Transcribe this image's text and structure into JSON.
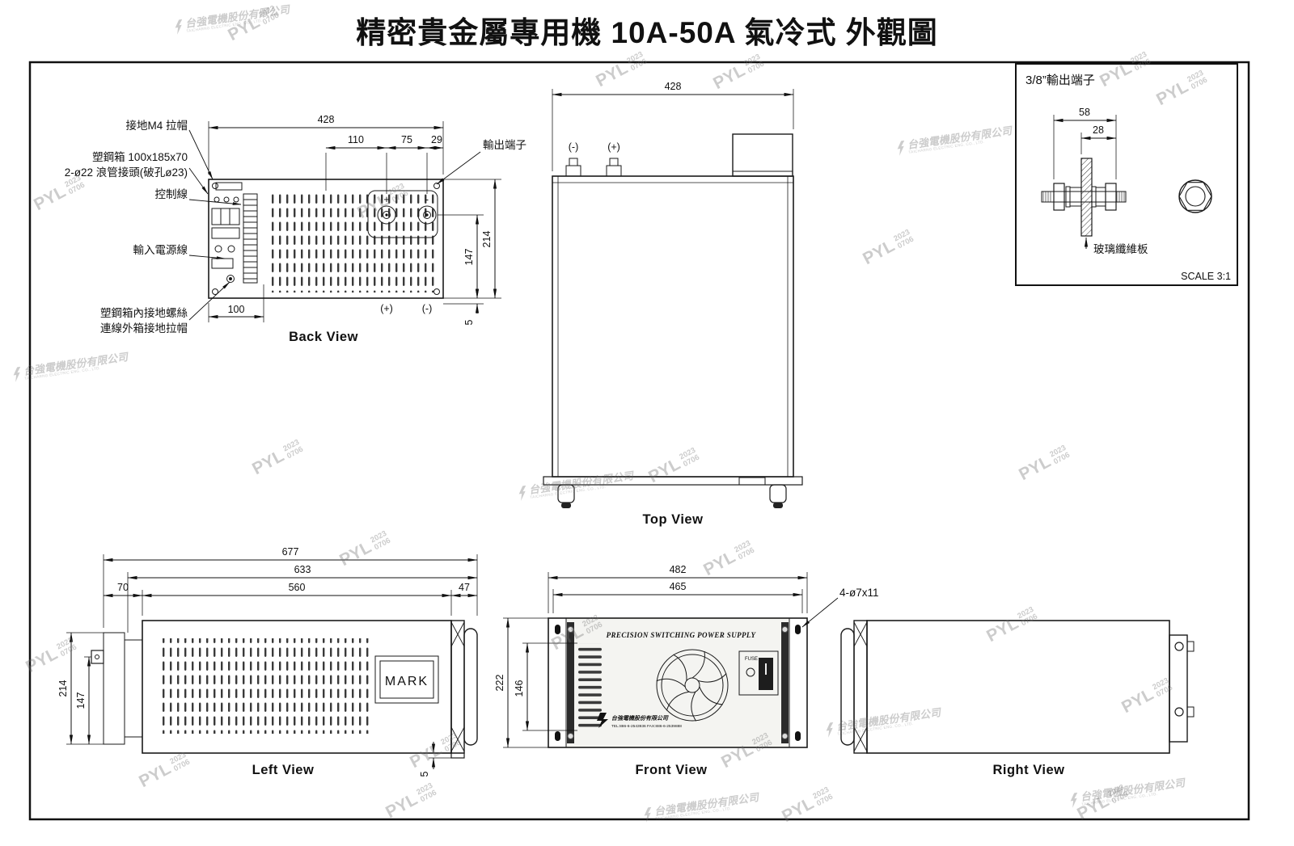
{
  "title": "精密貴金屬專用機 10A-50A 氣冷式 外觀圖",
  "watermark": {
    "pyl": "PYL",
    "year": "2023",
    "code": "0706",
    "company_zh": "台強電機股份有限公司",
    "company_en": "TAICHARNG ELECTRIC ENG. CO., LTD."
  },
  "back_view": {
    "label": "Back View",
    "dim_428": "428",
    "dim_110": "110",
    "dim_75": "75",
    "dim_29": "29",
    "dim_214": "214",
    "dim_147": "147",
    "dim_5": "5",
    "dim_100": "100",
    "callout_ground_cap": "接地M4 拉帽",
    "callout_box": "塑鋼箱 100x185x70",
    "callout_conduit": "2-ø22 浪管接頭(破孔ø23)",
    "callout_control_wire": "控制線",
    "callout_input_power": "輸入電源線",
    "callout_ground_screw_1": "塑鋼箱內接地螺絲",
    "callout_ground_screw_2": "連線外箱接地拉帽",
    "callout_output_terminal": "輸出端子",
    "plus_label": "(+)",
    "minus_label": "(-)",
    "plus_sign": "+",
    "minus_sign": "-"
  },
  "top_view": {
    "label": "Top View",
    "dim_428": "428",
    "minus_label": "(-)",
    "plus_label": "(+)"
  },
  "detail_view": {
    "title": "3/8”輸出端子",
    "dim_58": "58",
    "dim_28": "28",
    "callout_fiberglass": "玻璃纖維板",
    "scale_label": "SCALE 3:1"
  },
  "left_view": {
    "label": "Left View",
    "dim_677": "677",
    "dim_633": "633",
    "dim_560": "560",
    "dim_70": "70",
    "dim_47": "47",
    "dim_214": "214",
    "dim_147": "147",
    "dim_5": "5",
    "mark_label": "MARK"
  },
  "front_view": {
    "label": "Front View",
    "dim_482": "482",
    "dim_465": "465",
    "dim_222": "222",
    "dim_146": "146",
    "callout_holes": "4-ø7x11",
    "panel_title": "PRECISION SWITCHING POWER SUPPLY",
    "fuse_label": "FUSE",
    "brand_text": "台強電機股份有限公司",
    "contact_text": "TEL:886-6-2543936 FAX:886-6-2539888"
  },
  "right_view": {
    "label": "Right View"
  }
}
